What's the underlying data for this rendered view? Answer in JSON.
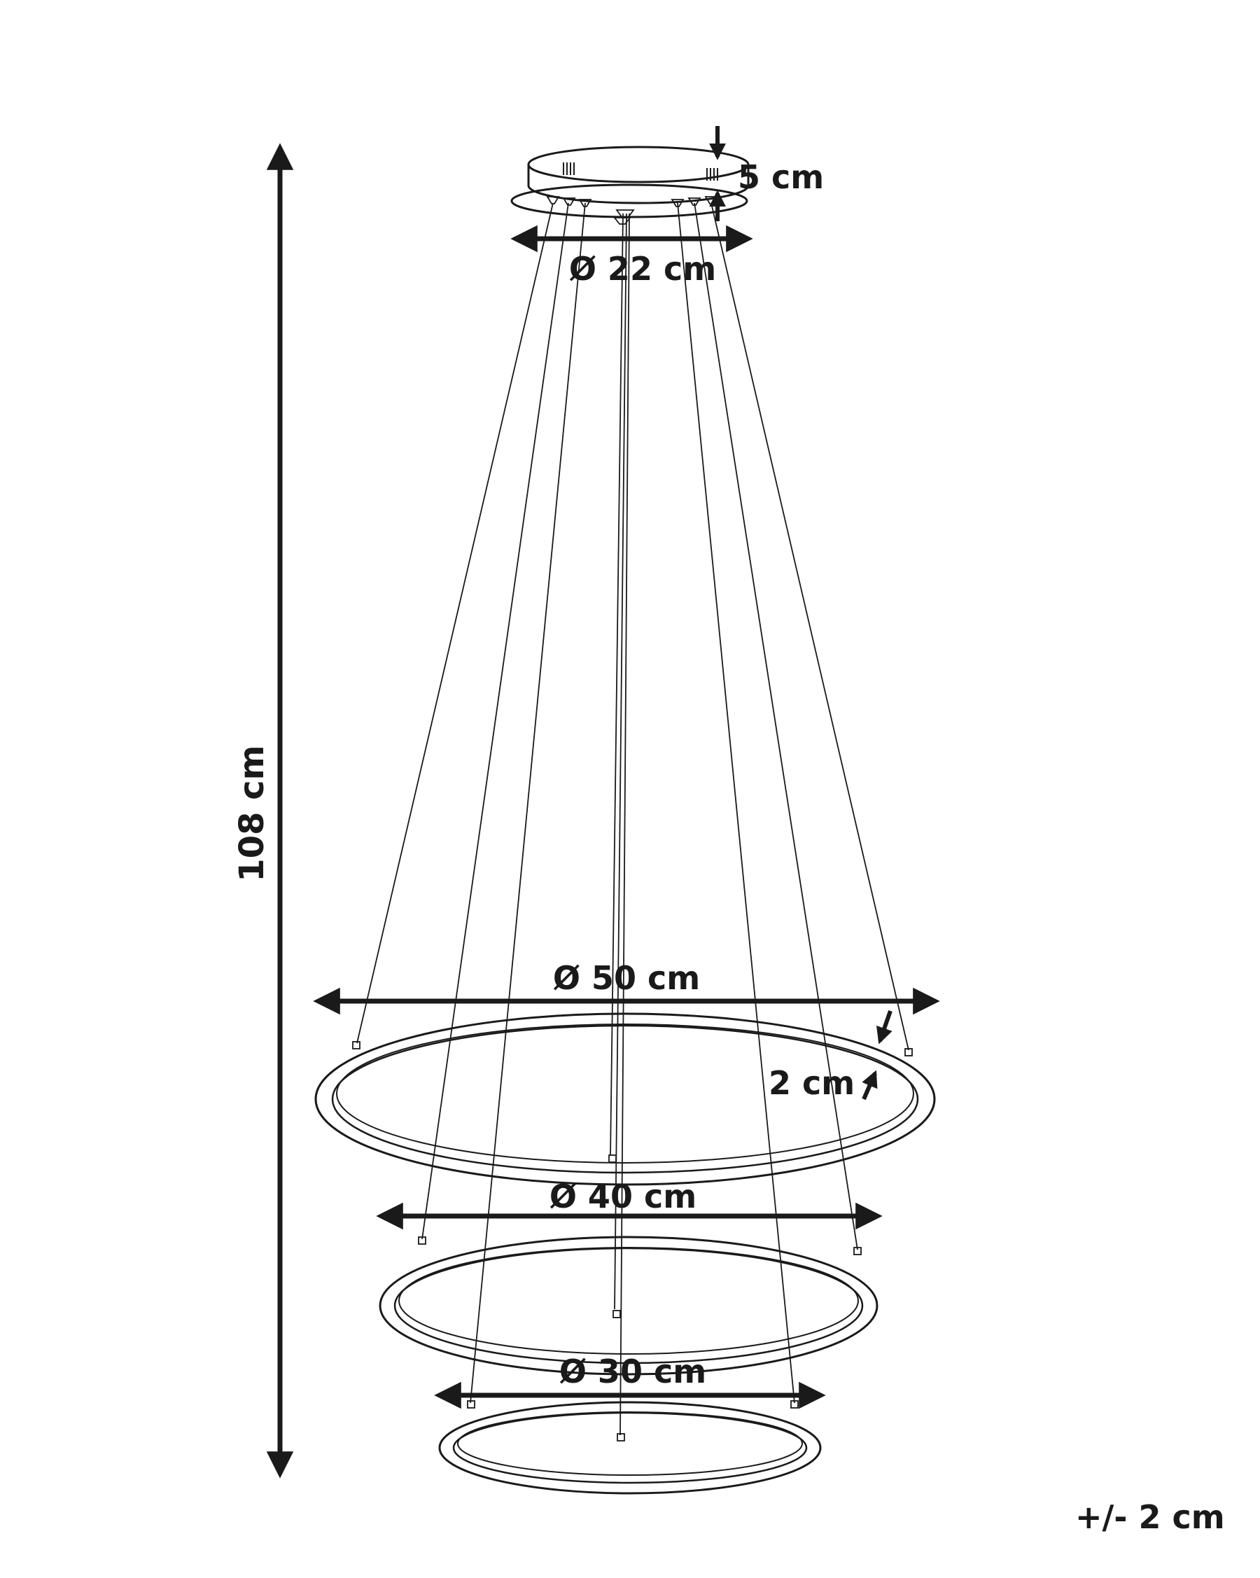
{
  "diagram": {
    "subject": "three-ring LED pendant lamp",
    "labels": {
      "canopy_height": "5 cm",
      "canopy_diameter": "Ø 22 cm",
      "total_height": "108 cm",
      "ring_large_diameter": "Ø 50 cm",
      "ring_thickness": "2 cm",
      "ring_medium_diameter": "Ø 40 cm",
      "ring_small_diameter": "Ø 30 cm",
      "tolerance": "+/- 2 cm"
    },
    "colors": {
      "ink": "#1a1a1a",
      "background": "#ffffff"
    }
  }
}
